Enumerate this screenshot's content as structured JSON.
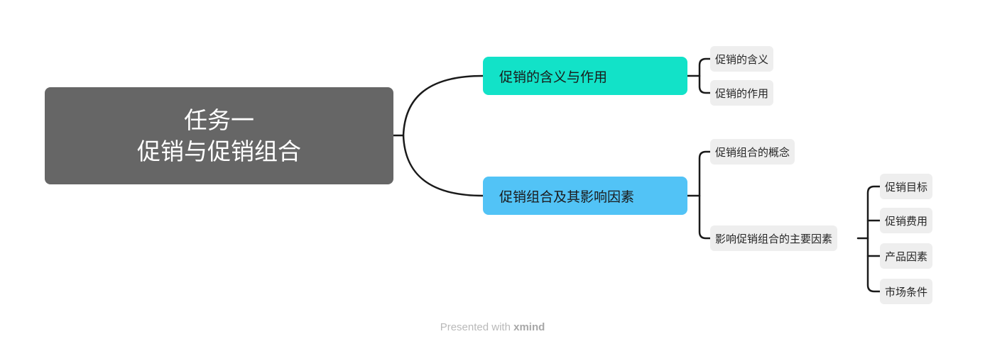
{
  "root": {
    "line1": "任务一",
    "line2": "促销与促销组合"
  },
  "branches": [
    {
      "label": "促销的含义与作用",
      "color": "#12e2c8",
      "children": [
        "促销的含义",
        "促销的作用"
      ]
    },
    {
      "label": "促销组合及其影响因素",
      "color": "#52c3f6",
      "children": [
        "促销组合的概念",
        "影响促销组合的主要因素"
      ],
      "grandchildren": [
        "促销目标",
        "促销费用",
        "产品因素",
        "市场条件"
      ]
    }
  ],
  "footer": {
    "prefix": "Presented with",
    "brand": "xmind"
  }
}
